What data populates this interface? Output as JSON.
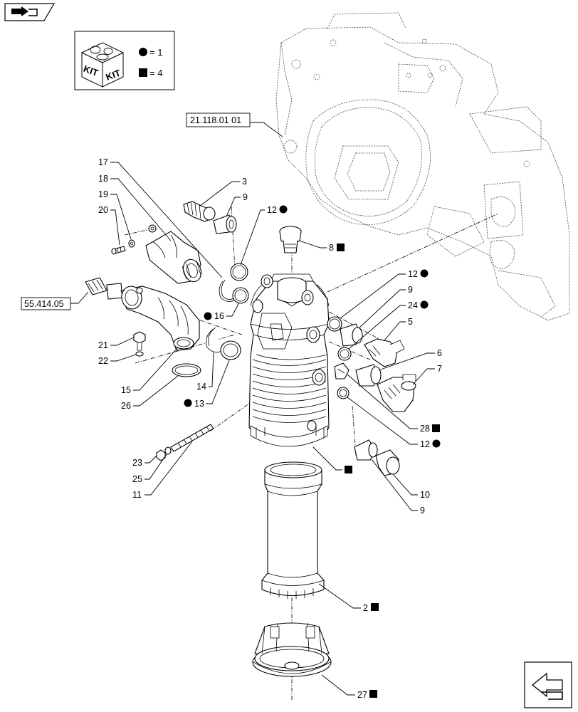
{
  "kit_legend": {
    "kit_label_a": "KIT",
    "kit_label_b": "KIT",
    "circle_entry": "= 1",
    "square_entry": "= 4"
  },
  "references": {
    "frame_ref": "21.118.01 01",
    "sensor_ref": "55.414.05"
  },
  "callouts": [
    {
      "id": "c17",
      "label": "17",
      "marker": "none"
    },
    {
      "id": "c18",
      "label": "18",
      "marker": "none"
    },
    {
      "id": "c19",
      "label": "19",
      "marker": "none"
    },
    {
      "id": "c20",
      "label": "20",
      "marker": "none"
    },
    {
      "id": "c3",
      "label": "3",
      "marker": "none"
    },
    {
      "id": "c9a",
      "label": "9",
      "marker": "none"
    },
    {
      "id": "c12a",
      "label": "12",
      "marker": "circle"
    },
    {
      "id": "c8",
      "label": "8",
      "marker": "square"
    },
    {
      "id": "c12b",
      "label": "12",
      "marker": "circle"
    },
    {
      "id": "c9b",
      "label": "9",
      "marker": "none"
    },
    {
      "id": "c24",
      "label": "24",
      "marker": "circle"
    },
    {
      "id": "c5",
      "label": "5",
      "marker": "none"
    },
    {
      "id": "c16",
      "label": "16",
      "marker": "circle"
    },
    {
      "id": "c21",
      "label": "21",
      "marker": "none"
    },
    {
      "id": "c22",
      "label": "22",
      "marker": "none"
    },
    {
      "id": "c6",
      "label": "6",
      "marker": "none"
    },
    {
      "id": "c7",
      "label": "7",
      "marker": "none"
    },
    {
      "id": "c15",
      "label": "15",
      "marker": "none"
    },
    {
      "id": "c14",
      "label": "14",
      "marker": "none"
    },
    {
      "id": "c26",
      "label": "26",
      "marker": "none"
    },
    {
      "id": "c13",
      "label": "13",
      "marker": "circle"
    },
    {
      "id": "c28",
      "label": "28",
      "marker": "square"
    },
    {
      "id": "c12c",
      "label": "12",
      "marker": "circle"
    },
    {
      "id": "c1",
      "label": "",
      "marker": "square"
    },
    {
      "id": "c23",
      "label": "23",
      "marker": "none"
    },
    {
      "id": "c25",
      "label": "25",
      "marker": "none"
    },
    {
      "id": "c11",
      "label": "11",
      "marker": "none"
    },
    {
      "id": "c10",
      "label": "10",
      "marker": "none"
    },
    {
      "id": "c9c",
      "label": "9",
      "marker": "none"
    },
    {
      "id": "c2",
      "label": "2",
      "marker": "square"
    },
    {
      "id": "c27",
      "label": "27",
      "marker": "square"
    }
  ],
  "icons": {
    "top_left": "book-arrow-icon",
    "bottom_right": "next-page-arrow-icon",
    "kit": "kit-box-icon"
  }
}
